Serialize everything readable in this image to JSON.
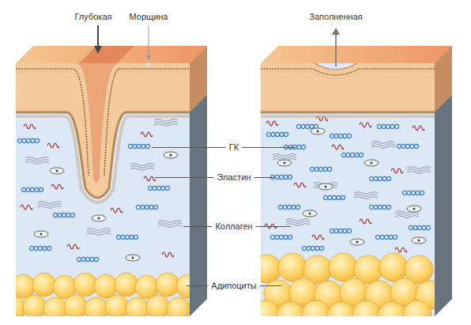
{
  "diagram": {
    "labels": [
      "Глубокая",
      "Морщина",
      "Заполненная",
      "ГК",
      "Эластин",
      "Коллаген",
      "Адипоциты"
    ]
  }
}
